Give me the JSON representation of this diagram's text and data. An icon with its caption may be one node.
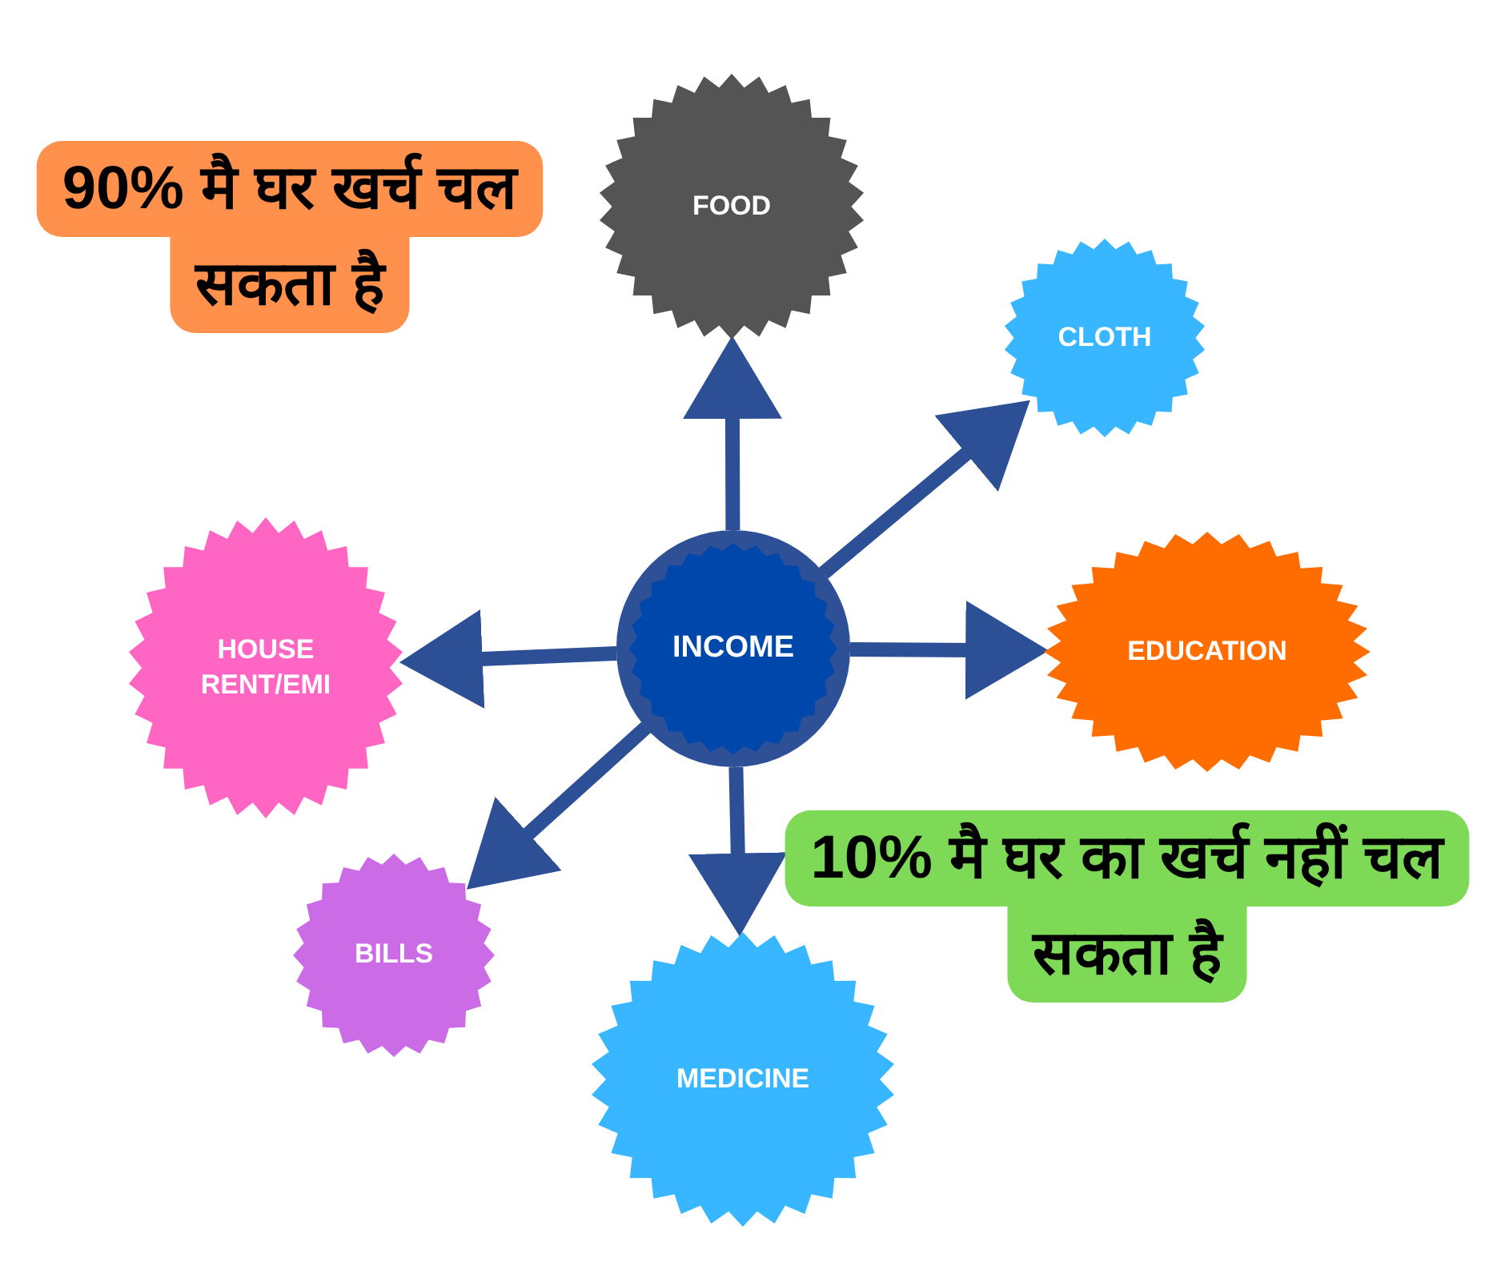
{
  "diagram": {
    "nodes": [
      {
        "text": [
          "90% मै घर खर्च चल सकता है"
        ]
      },
      {
        "text": [
          "FOOD"
        ]
      },
      {
        "text": [
          "CLOTH"
        ]
      },
      {
        "text": [
          "HOUSE RENT/EMI"
        ]
      },
      {
        "text": [
          "INCOME"
        ]
      },
      {
        "text": [
          "EDUCATION"
        ]
      },
      {
        "text": [
          "10% मै घर का खर्च नहीं चल सकता है"
        ]
      },
      {
        "text": [
          "BILLS"
        ]
      },
      {
        "text": [
          "MEDICINE"
        ]
      }
    ],
    "edges": [
      {
        "from": 4,
        "to": 1,
        "arrow": "to"
      },
      {
        "from": 4,
        "to": 2,
        "arrow": "to"
      },
      {
        "from": 4,
        "to": 5,
        "arrow": "to"
      },
      {
        "from": 4,
        "to": 8,
        "arrow": "to"
      },
      {
        "from": 4,
        "to": 7,
        "arrow": "to"
      },
      {
        "from": 4,
        "to": 3,
        "arrow": "to"
      }
    ]
  }
}
